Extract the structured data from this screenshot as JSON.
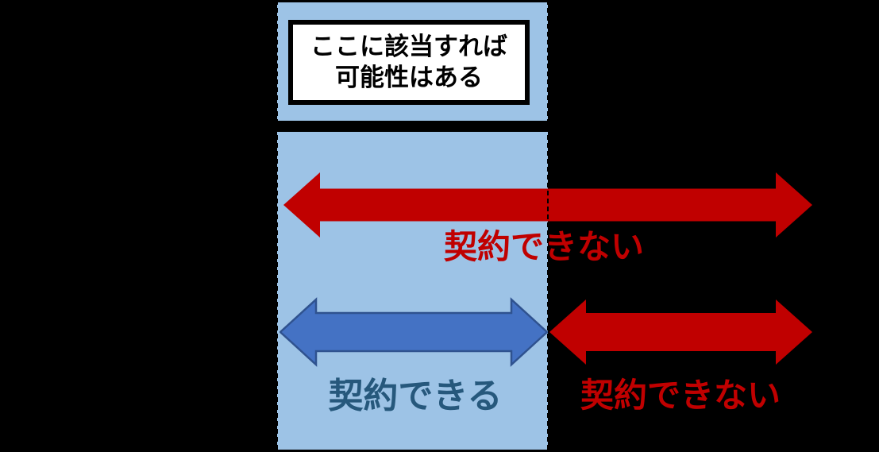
{
  "colors": {
    "background": "#000000",
    "highlight_band": "#9DC3E6",
    "red_arrow": "#C00000",
    "blue_arrow_fill": "#4472C4",
    "blue_arrow_border": "#2F528F",
    "red_label_text": "#C00000",
    "blue_label_text": "#26587C",
    "callout_bg": "#FFFFFF",
    "callout_border": "#000000",
    "callout_text": "#000000"
  },
  "callout": {
    "line1": "ここに該当すれば",
    "line2": "可能性はある"
  },
  "labels": {
    "top_arrow": "契約できない",
    "bottom_left_arrow": "契約できる",
    "bottom_right_arrow": "契約できない"
  }
}
